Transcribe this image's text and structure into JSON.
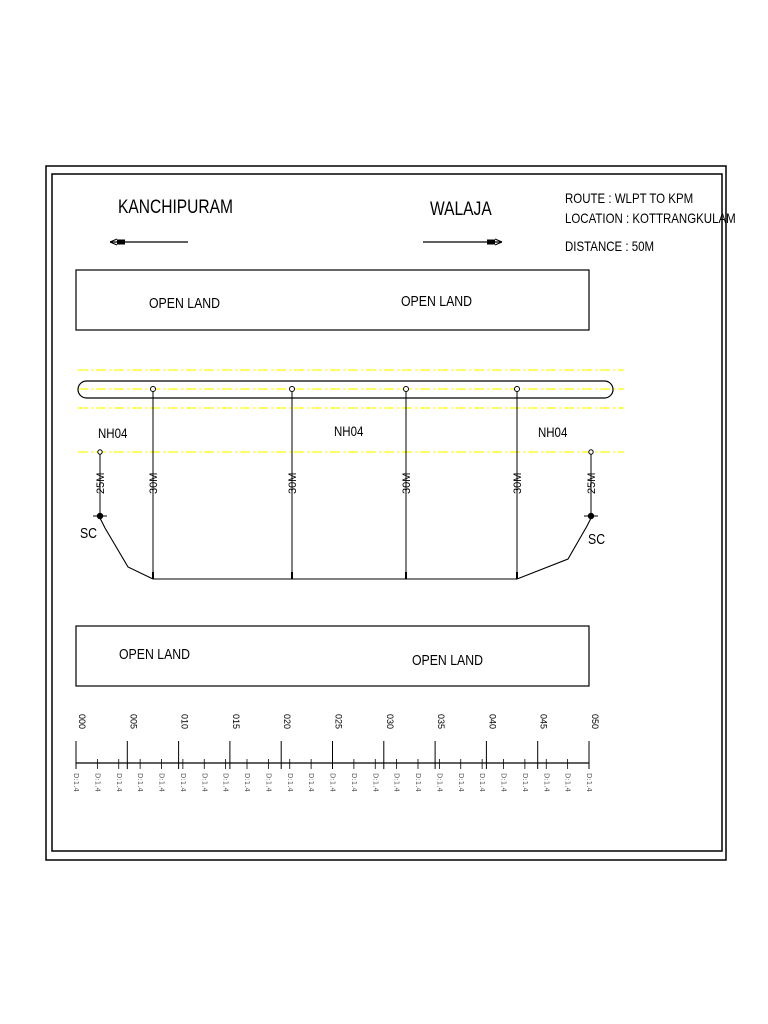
{
  "places": {
    "left": "KANCHIPURAM",
    "right": "WALAJA"
  },
  "info": {
    "route": "ROUTE :  WLPT TO KPM",
    "location": "LOCATION :  KOTTRANGKULAM",
    "distance": "DISTANCE : 50M"
  },
  "land": {
    "top_left": "OPEN LAND",
    "top_right": "OPEN LAND",
    "bottom_left": "OPEN LAND",
    "bottom_right": "OPEN LAND"
  },
  "road": {
    "label_left": "NH04",
    "label_center": "NH04",
    "label_right": "NH04",
    "highlight_color": "#ffff33"
  },
  "dimensions": {
    "left_side": "25M",
    "right_side": "25M",
    "spans": [
      "30M",
      "30M",
      "30M",
      "30M"
    ]
  },
  "pits": {
    "left": "SC",
    "right": "SC"
  },
  "scale": {
    "major_labels": [
      "000",
      "005",
      "010",
      "015",
      "020",
      "025",
      "030",
      "035",
      "040",
      "045",
      "050"
    ],
    "minor_label": "D:1.4"
  }
}
